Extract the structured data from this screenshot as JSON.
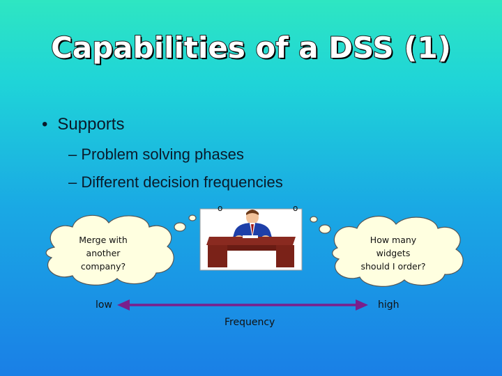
{
  "slide": {
    "title": "Capabilities of a DSS (1)",
    "bullet": "Supports",
    "subbullets": [
      "– Problem solving phases",
      "– Different decision frequencies"
    ]
  },
  "clouds": {
    "left_lines": [
      "Merge with",
      "another",
      "company?"
    ],
    "right_lines": [
      "How many",
      "widgets",
      "should I order?"
    ]
  },
  "thought_marks": [
    "o",
    "o"
  ],
  "axis": {
    "low_label": "low",
    "high_label": "high",
    "title": "Frequency",
    "color": "#7a1f8c"
  },
  "icons": {
    "picture": "businessman-at-desk-icon"
  }
}
